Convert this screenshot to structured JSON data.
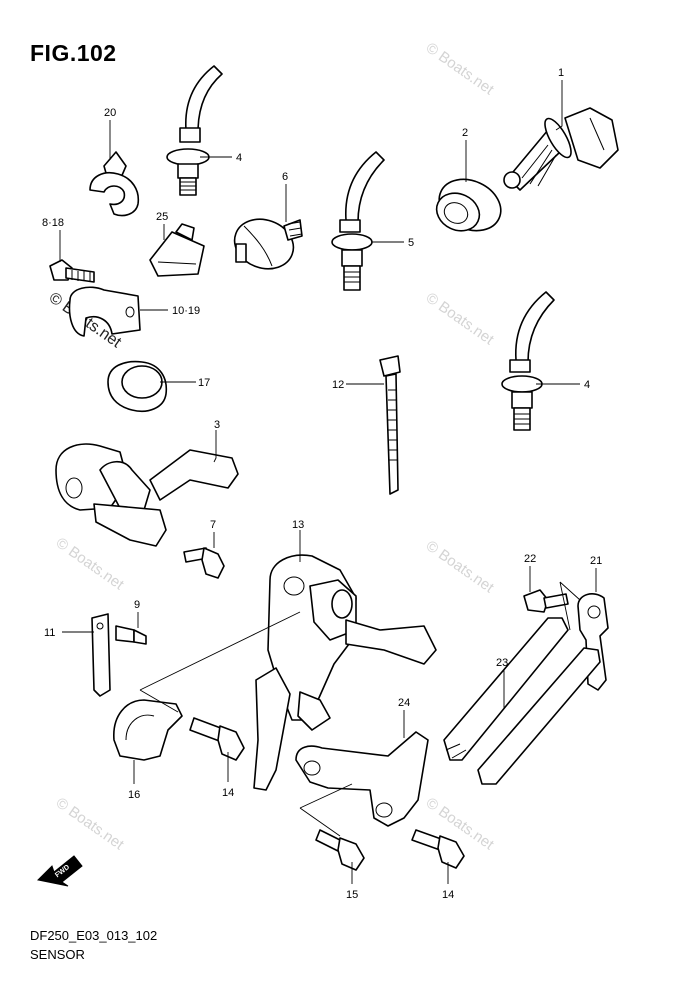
{
  "figure": {
    "title": "FIG.102"
  },
  "footer": {
    "code": "DF250_E03_013_102",
    "name": "SENSOR"
  },
  "fwd_label": "FWD",
  "watermark": "© Boats.net",
  "callouts": {
    "c1": "1",
    "c2": "2",
    "c3": "3",
    "c4a": "4",
    "c4b": "4",
    "c5": "5",
    "c6": "6",
    "c7": "7",
    "c818": "8·18",
    "c9": "9",
    "c1019": "10·19",
    "c11": "11",
    "c12": "12",
    "c13": "13",
    "c14a": "14",
    "c14b": "14",
    "c15": "15",
    "c16": "16",
    "c17": "17",
    "c20": "20",
    "c21": "21",
    "c22": "22",
    "c23": "23",
    "c24": "24",
    "c25": "25"
  }
}
